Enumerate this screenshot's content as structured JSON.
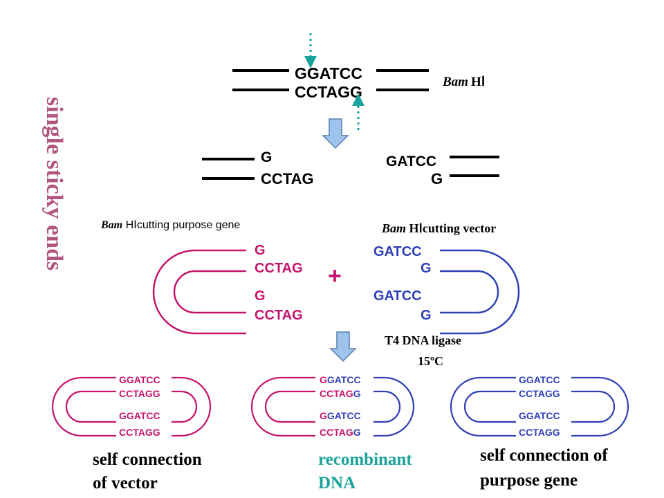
{
  "colors": {
    "black": "#000000",
    "magenta": "#c4136c",
    "blue": "#2f3fb6",
    "teal": "#1aa39a",
    "mauve": "#b0567f",
    "arrow_fill": "#9ec4ee",
    "arrow_stroke": "#5a7fb0"
  },
  "side_title": "single sticky ends",
  "site": {
    "top_strand": "GGATCC",
    "bottom_strand": "CCTAGG",
    "enzyme_italic": "Bam",
    "enzyme_rest": "HⅠ"
  },
  "cut_products": {
    "left_top": "G",
    "left_bottom": "CCTAG",
    "right_top": "GATCC",
    "right_bottom": "G"
  },
  "captions": {
    "gene_italic": "Bam",
    "gene_rest": " HⅠcutting purpose gene",
    "vector_italic": "Bam",
    "vector_rest": " HⅠcutting vector"
  },
  "gene_fragment": {
    "top_g": "G",
    "top_cctag": "CCTAG",
    "bottom_g": "G",
    "bottom_cctag": "CCTAG"
  },
  "vector_fragment": {
    "top_gatcc": "GATCC",
    "top_g": "G",
    "bottom_gatcc": "GATCC",
    "bottom_g": "G"
  },
  "plus": "+",
  "ligase": {
    "line1": "T4 DNA ligase",
    "line2": "15ºC"
  },
  "results": {
    "vector_self": {
      "seq1": "GGATCC",
      "seq2": "CCTAGG",
      "seq3": "GGATCC",
      "seq4": "CCTAGG",
      "label_line1": "self connection",
      "label_line2": "of vector"
    },
    "recombinant": {
      "seq1_a": "G",
      "seq1_b": "GATCC",
      "seq2_a": "CCTAG",
      "seq2_b": "G",
      "seq3_a": "G",
      "seq3_b": "GATCC",
      "seq4_a": "CCTAG",
      "seq4_b": "G",
      "label_line1": "recombinant",
      "label_line2": "DNA"
    },
    "gene_self": {
      "seq1": "GGATCC",
      "seq2": "CCTAGG",
      "seq3": "GGATCC",
      "seq4": "CCTAGG",
      "label_line1": "self connection of",
      "label_line2": "purpose gene"
    }
  }
}
